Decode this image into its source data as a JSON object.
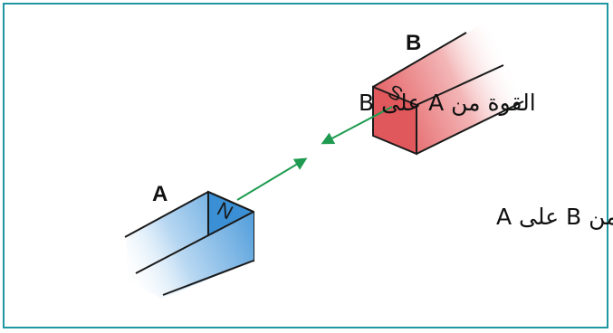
{
  "colors": {
    "frame_border": "#1f97a3",
    "magnet_a_face": "#3b8fd4",
    "magnet_b_face": "#e0575c",
    "force_arrow": "#1e9b50"
  },
  "magnet_a": {
    "label": "A",
    "pole": "N"
  },
  "magnet_b": {
    "label": "B",
    "pole": "S"
  },
  "forces": {
    "a_on_b": "القوة من A على B",
    "b_on_a": "القوة من B على A"
  }
}
